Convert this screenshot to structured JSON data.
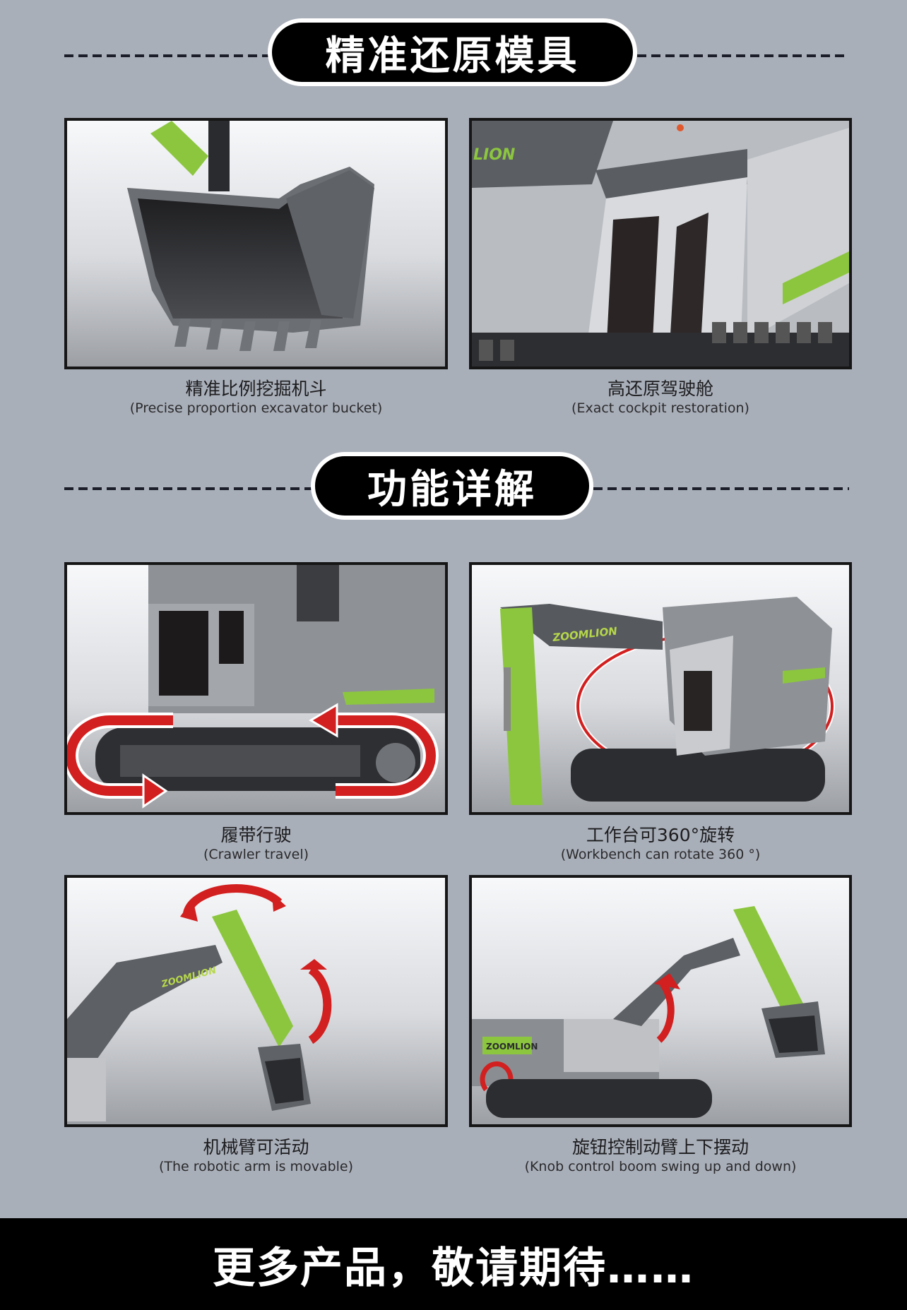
{
  "colors": {
    "background": "#a9afb9",
    "pill_bg": "#000000",
    "pill_border": "#ffffff",
    "arrow_red": "#d21f1f",
    "lime_green": "#8cc63f",
    "footer_bg": "#000000"
  },
  "sections": [
    {
      "title": "精准还原模具",
      "panels": [
        {
          "image": "excavator-bucket-closeup",
          "caption_cn": "精准比例挖掘机斗",
          "caption_en": "(Precise proportion excavator bucket)"
        },
        {
          "image": "excavator-cockpit-closeup",
          "brand_text": "LION",
          "caption_cn": "高还原驾驶舱",
          "caption_en": "(Exact cockpit restoration)"
        }
      ]
    },
    {
      "title": "功能详解",
      "panels": [
        {
          "image": "crawler-track-with-red-arrows",
          "caption_cn": "履带行驶",
          "caption_en": "(Crawler travel)"
        },
        {
          "image": "excavator-rotating-360",
          "brand_text": "ZOOMLION",
          "caption_cn": "工作台可360°旋转",
          "caption_en": "(Workbench can rotate 360 °)"
        },
        {
          "image": "robotic-arm-movement",
          "brand_text": "ZOOMLION",
          "caption_cn": "机械臂可活动",
          "caption_en": "(The robotic arm is movable)"
        },
        {
          "image": "knob-controlled-boom",
          "brand_text": "ZOOMLION",
          "caption_cn": "旋钮控制动臂上下摆动",
          "caption_en": "(Knob control boom swing up and down)"
        }
      ]
    }
  ],
  "footer": {
    "text": "更多产品，敬请期待……"
  }
}
